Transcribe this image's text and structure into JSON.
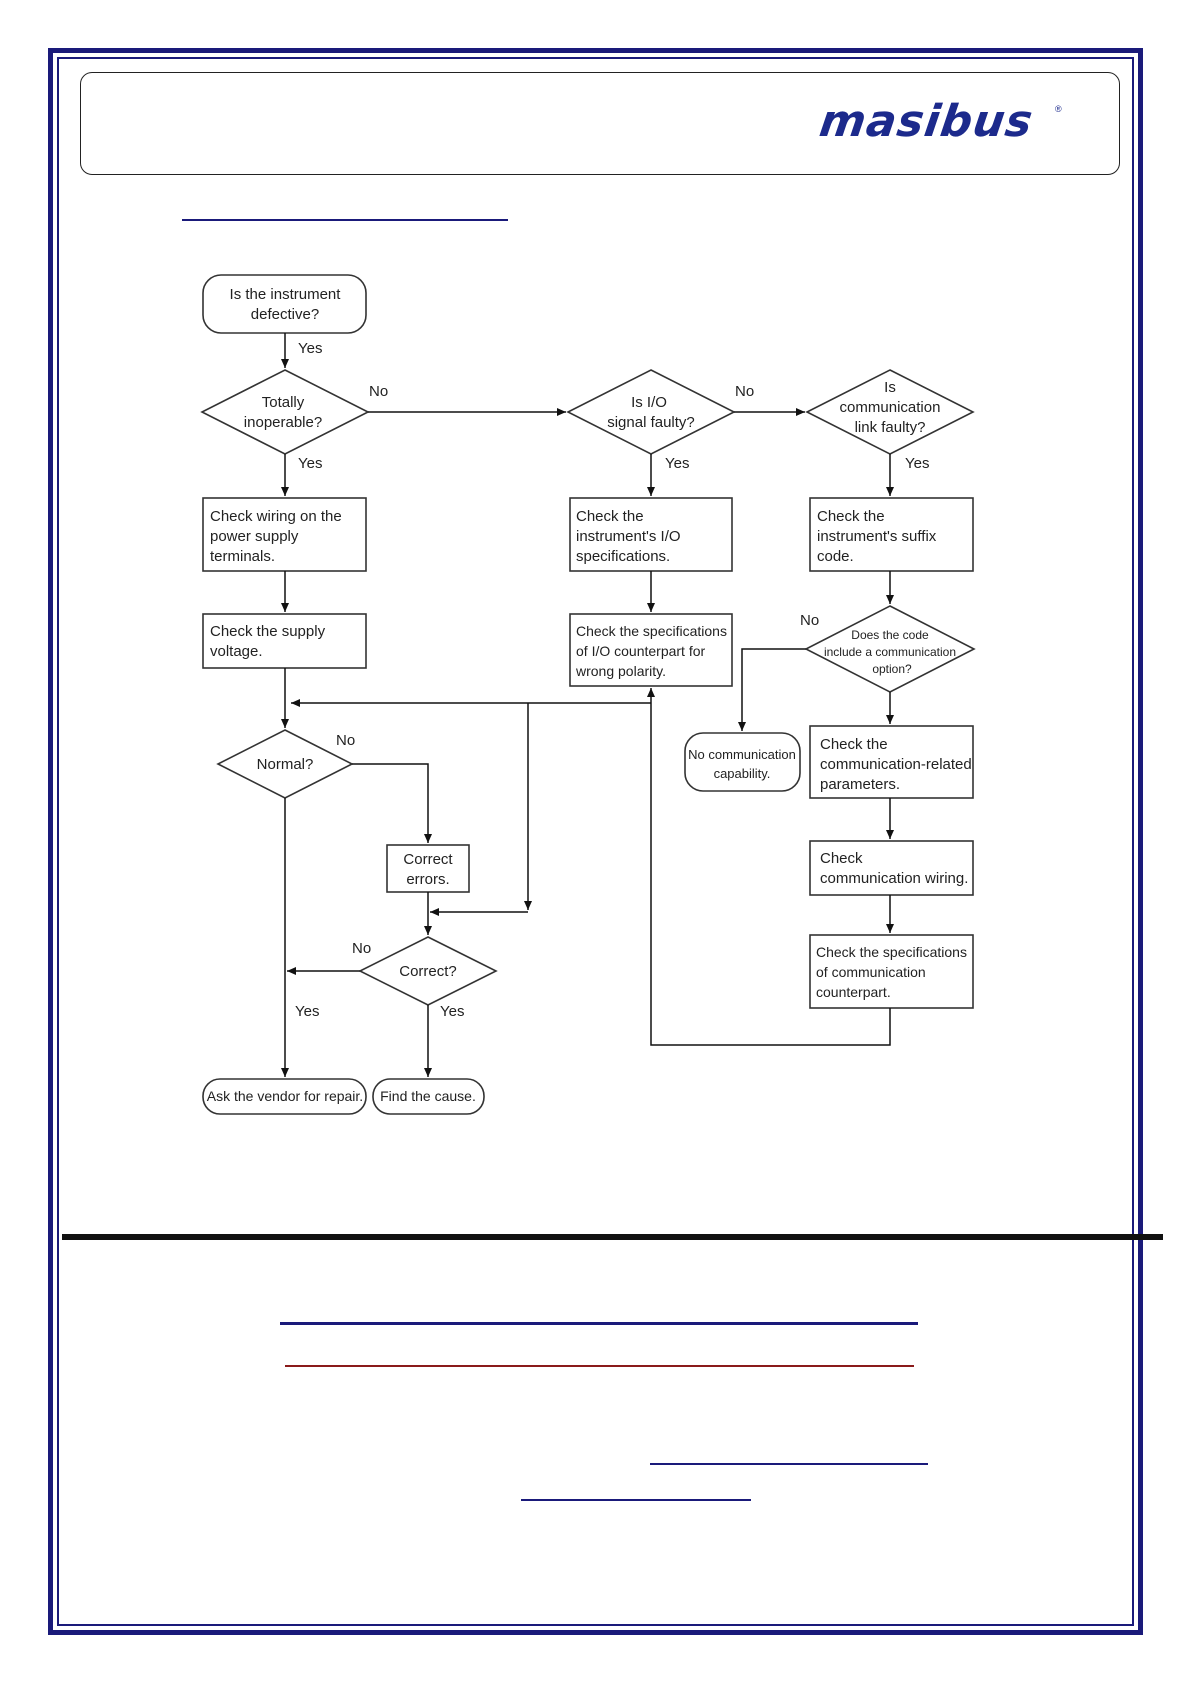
{
  "brand": {
    "name": "masibus",
    "mark": "®"
  },
  "flowchart": {
    "start": [
      "Is the instrument",
      "defective?"
    ],
    "q_inoperable": [
      "Totally",
      "inoperable?"
    ],
    "q_io": [
      "Is I/O",
      "signal faulty?"
    ],
    "q_comm": [
      "Is",
      "communication",
      "link faulty?"
    ],
    "check_wiring": [
      "Check wiring on the",
      "power supply",
      "terminals."
    ],
    "check_voltage": [
      "Check the supply",
      "voltage."
    ],
    "check_io_specs": [
      "Check the",
      "instrument's I/O",
      "specifications."
    ],
    "check_polarity": [
      "Check the specifications",
      "of I/O counterpart for",
      "wrong polarity."
    ],
    "check_suffix": [
      "Check the",
      "instrument's suffix",
      "code."
    ],
    "q_code_option": [
      "Does the code",
      "include a communication",
      "option?"
    ],
    "no_comm": [
      "No communication",
      "capability."
    ],
    "check_comm_params": [
      "Check the",
      "communication-related",
      "parameters."
    ],
    "check_comm_wiring": [
      "Check",
      "communication wiring."
    ],
    "check_comm_specs": [
      "Check the specifications",
      "of communication",
      "counterpart."
    ],
    "q_normal": [
      "Normal?"
    ],
    "correct_errors": [
      "Correct",
      "errors."
    ],
    "q_correct": [
      "Correct?"
    ],
    "end_vendor": [
      "Ask the vendor for repair."
    ],
    "end_cause": [
      "Find the cause."
    ],
    "yes": "Yes",
    "no": "No"
  }
}
